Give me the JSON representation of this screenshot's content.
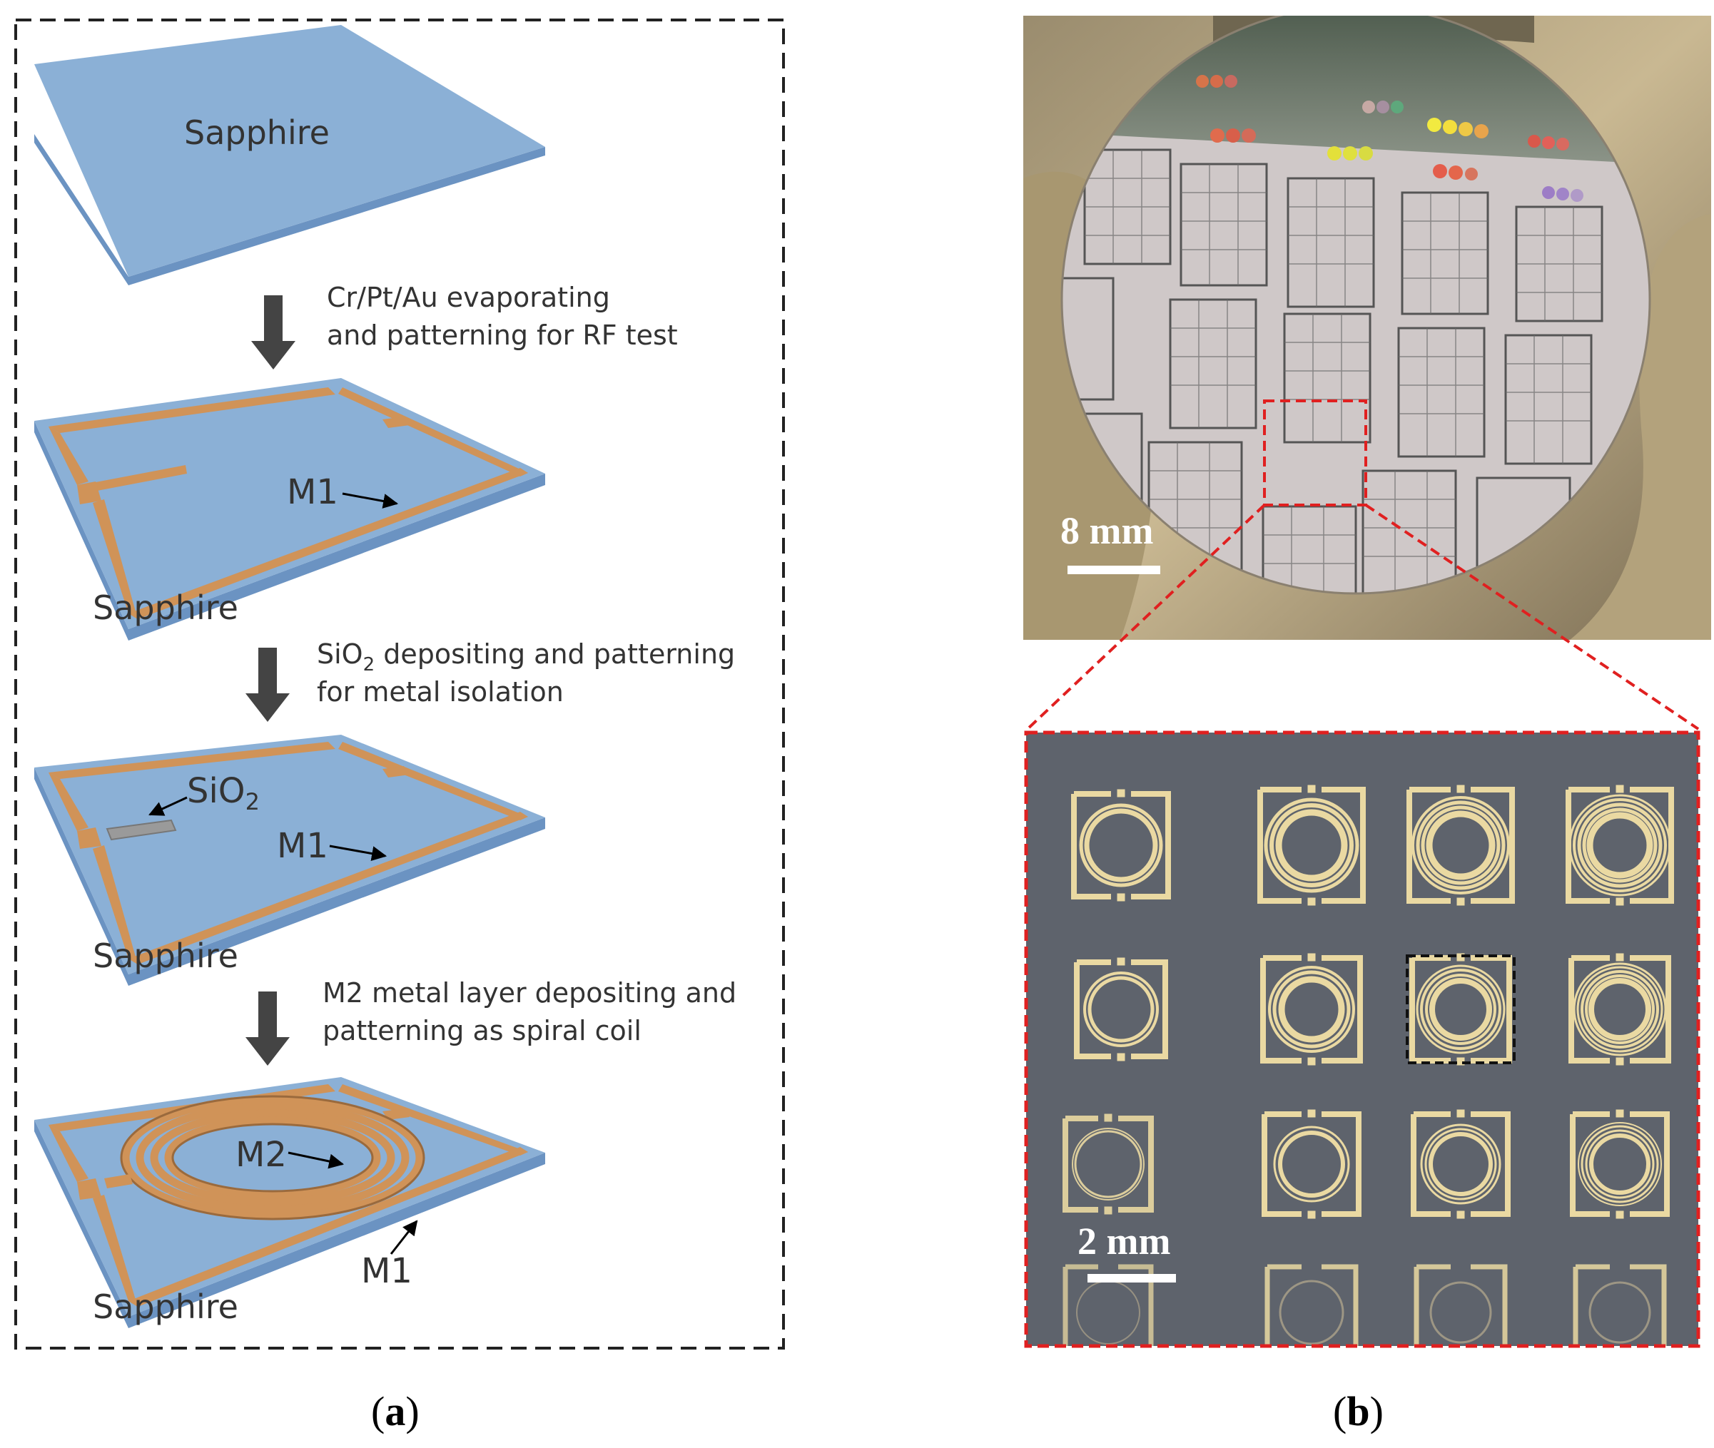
{
  "panel_a": {
    "steps": [
      {
        "substrate_label": "Sapphire"
      },
      {
        "substrate_label": "Sapphire",
        "m1_label": "M1"
      },
      {
        "substrate_label": "Sapphire",
        "m1_label": "M1",
        "sio2_label": "SiO",
        "sio2_sub": "2"
      },
      {
        "substrate_label": "Sapphire",
        "m1_label": "M1",
        "m2_label": "M2"
      }
    ],
    "arrow_captions": [
      {
        "line1": "Cr/Pt/Au evaporating",
        "line2": "and patterning for RF test"
      },
      {
        "line1_a": "SiO",
        "line1_sub": "2",
        "line1_b": " depositing and patterning",
        "line2": "for metal isolation"
      },
      {
        "line1": "M2 metal layer depositing and",
        "line2": "patterning as spiral coil"
      }
    ],
    "caption": {
      "open": "(",
      "letter": "a",
      "close": ")"
    }
  },
  "panel_b": {
    "wafer_scale": "8 mm",
    "zoom_scale": "2 mm",
    "caption": {
      "open": "(",
      "letter": "b",
      "close": ")"
    },
    "colors": {
      "zoom_border": "#e02020",
      "zoom_bg": "#5e636c",
      "coil": "#ead9a2",
      "wafer": "#cfc8c8"
    }
  }
}
